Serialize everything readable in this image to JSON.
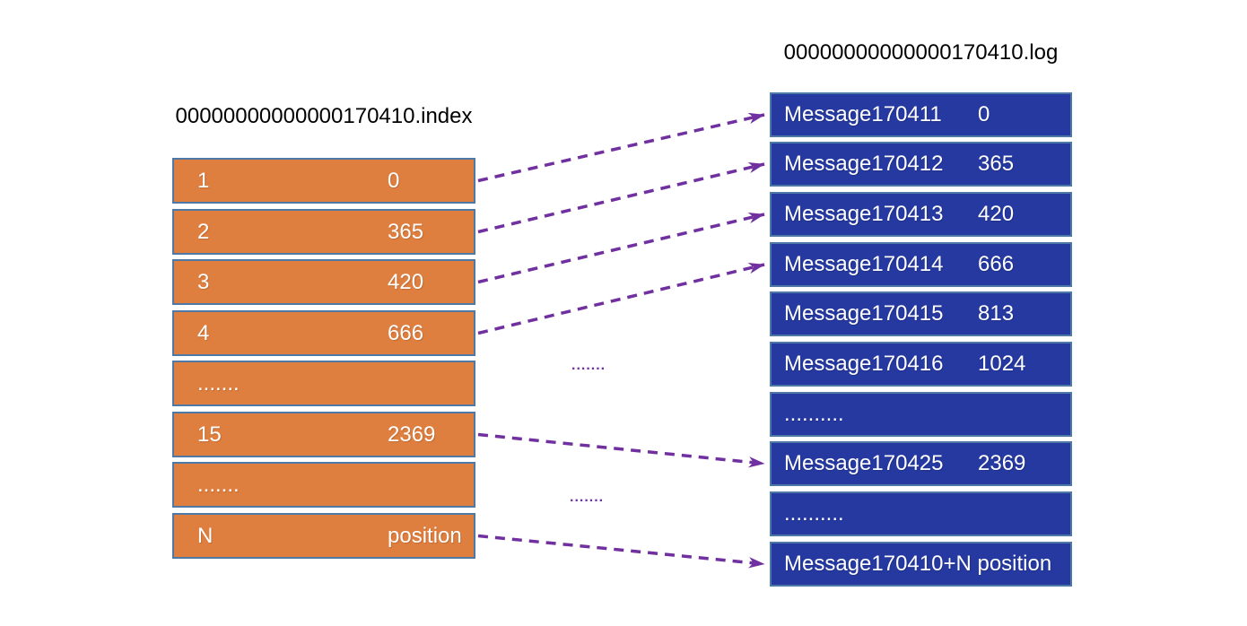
{
  "diagram": {
    "index_file": {
      "title": "00000000000000170410.index",
      "rows": [
        {
          "offset": "1",
          "position": "0"
        },
        {
          "offset": "2",
          "position": "365"
        },
        {
          "offset": "3",
          "position": "420"
        },
        {
          "offset": "4",
          "position": "666"
        },
        {
          "offset": ".......",
          "position": ""
        },
        {
          "offset": "15",
          "position": "2369"
        },
        {
          "offset": ".......",
          "position": ""
        },
        {
          "offset": "N",
          "position": "position"
        }
      ]
    },
    "log_file": {
      "title": "00000000000000170410.log",
      "rows": [
        {
          "message": "Message170411",
          "position": "0"
        },
        {
          "message": "Message170412",
          "position": "365"
        },
        {
          "message": "Message170413",
          "position": "420"
        },
        {
          "message": "Message170414",
          "position": "666"
        },
        {
          "message": "Message170415",
          "position": "813"
        },
        {
          "message": "Message170416",
          "position": "1024"
        },
        {
          "message": "..........",
          "position": ""
        },
        {
          "message": "Message170425",
          "position": "2369"
        },
        {
          "message": "..........",
          "position": ""
        },
        {
          "message": "Message170410+N position",
          "position": ""
        }
      ]
    },
    "connections": [
      {
        "from_index_row": 0,
        "to_log_row": 0
      },
      {
        "from_index_row": 1,
        "to_log_row": 1
      },
      {
        "from_index_row": 2,
        "to_log_row": 2
      },
      {
        "from_index_row": 3,
        "to_log_row": 3
      },
      {
        "from_index_row": 5,
        "to_log_row": 7
      },
      {
        "from_index_row": 7,
        "to_log_row": 9
      }
    ],
    "ellipsis": {
      "upper": ".......",
      "lower": "......."
    },
    "colors": {
      "index_row_fill": "#df7f3f",
      "log_row_fill": "#2539a0",
      "row_border": "#4e79a6",
      "arrow": "#7030a0",
      "row_text": "#ffffff",
      "title_text": "#000000"
    }
  }
}
